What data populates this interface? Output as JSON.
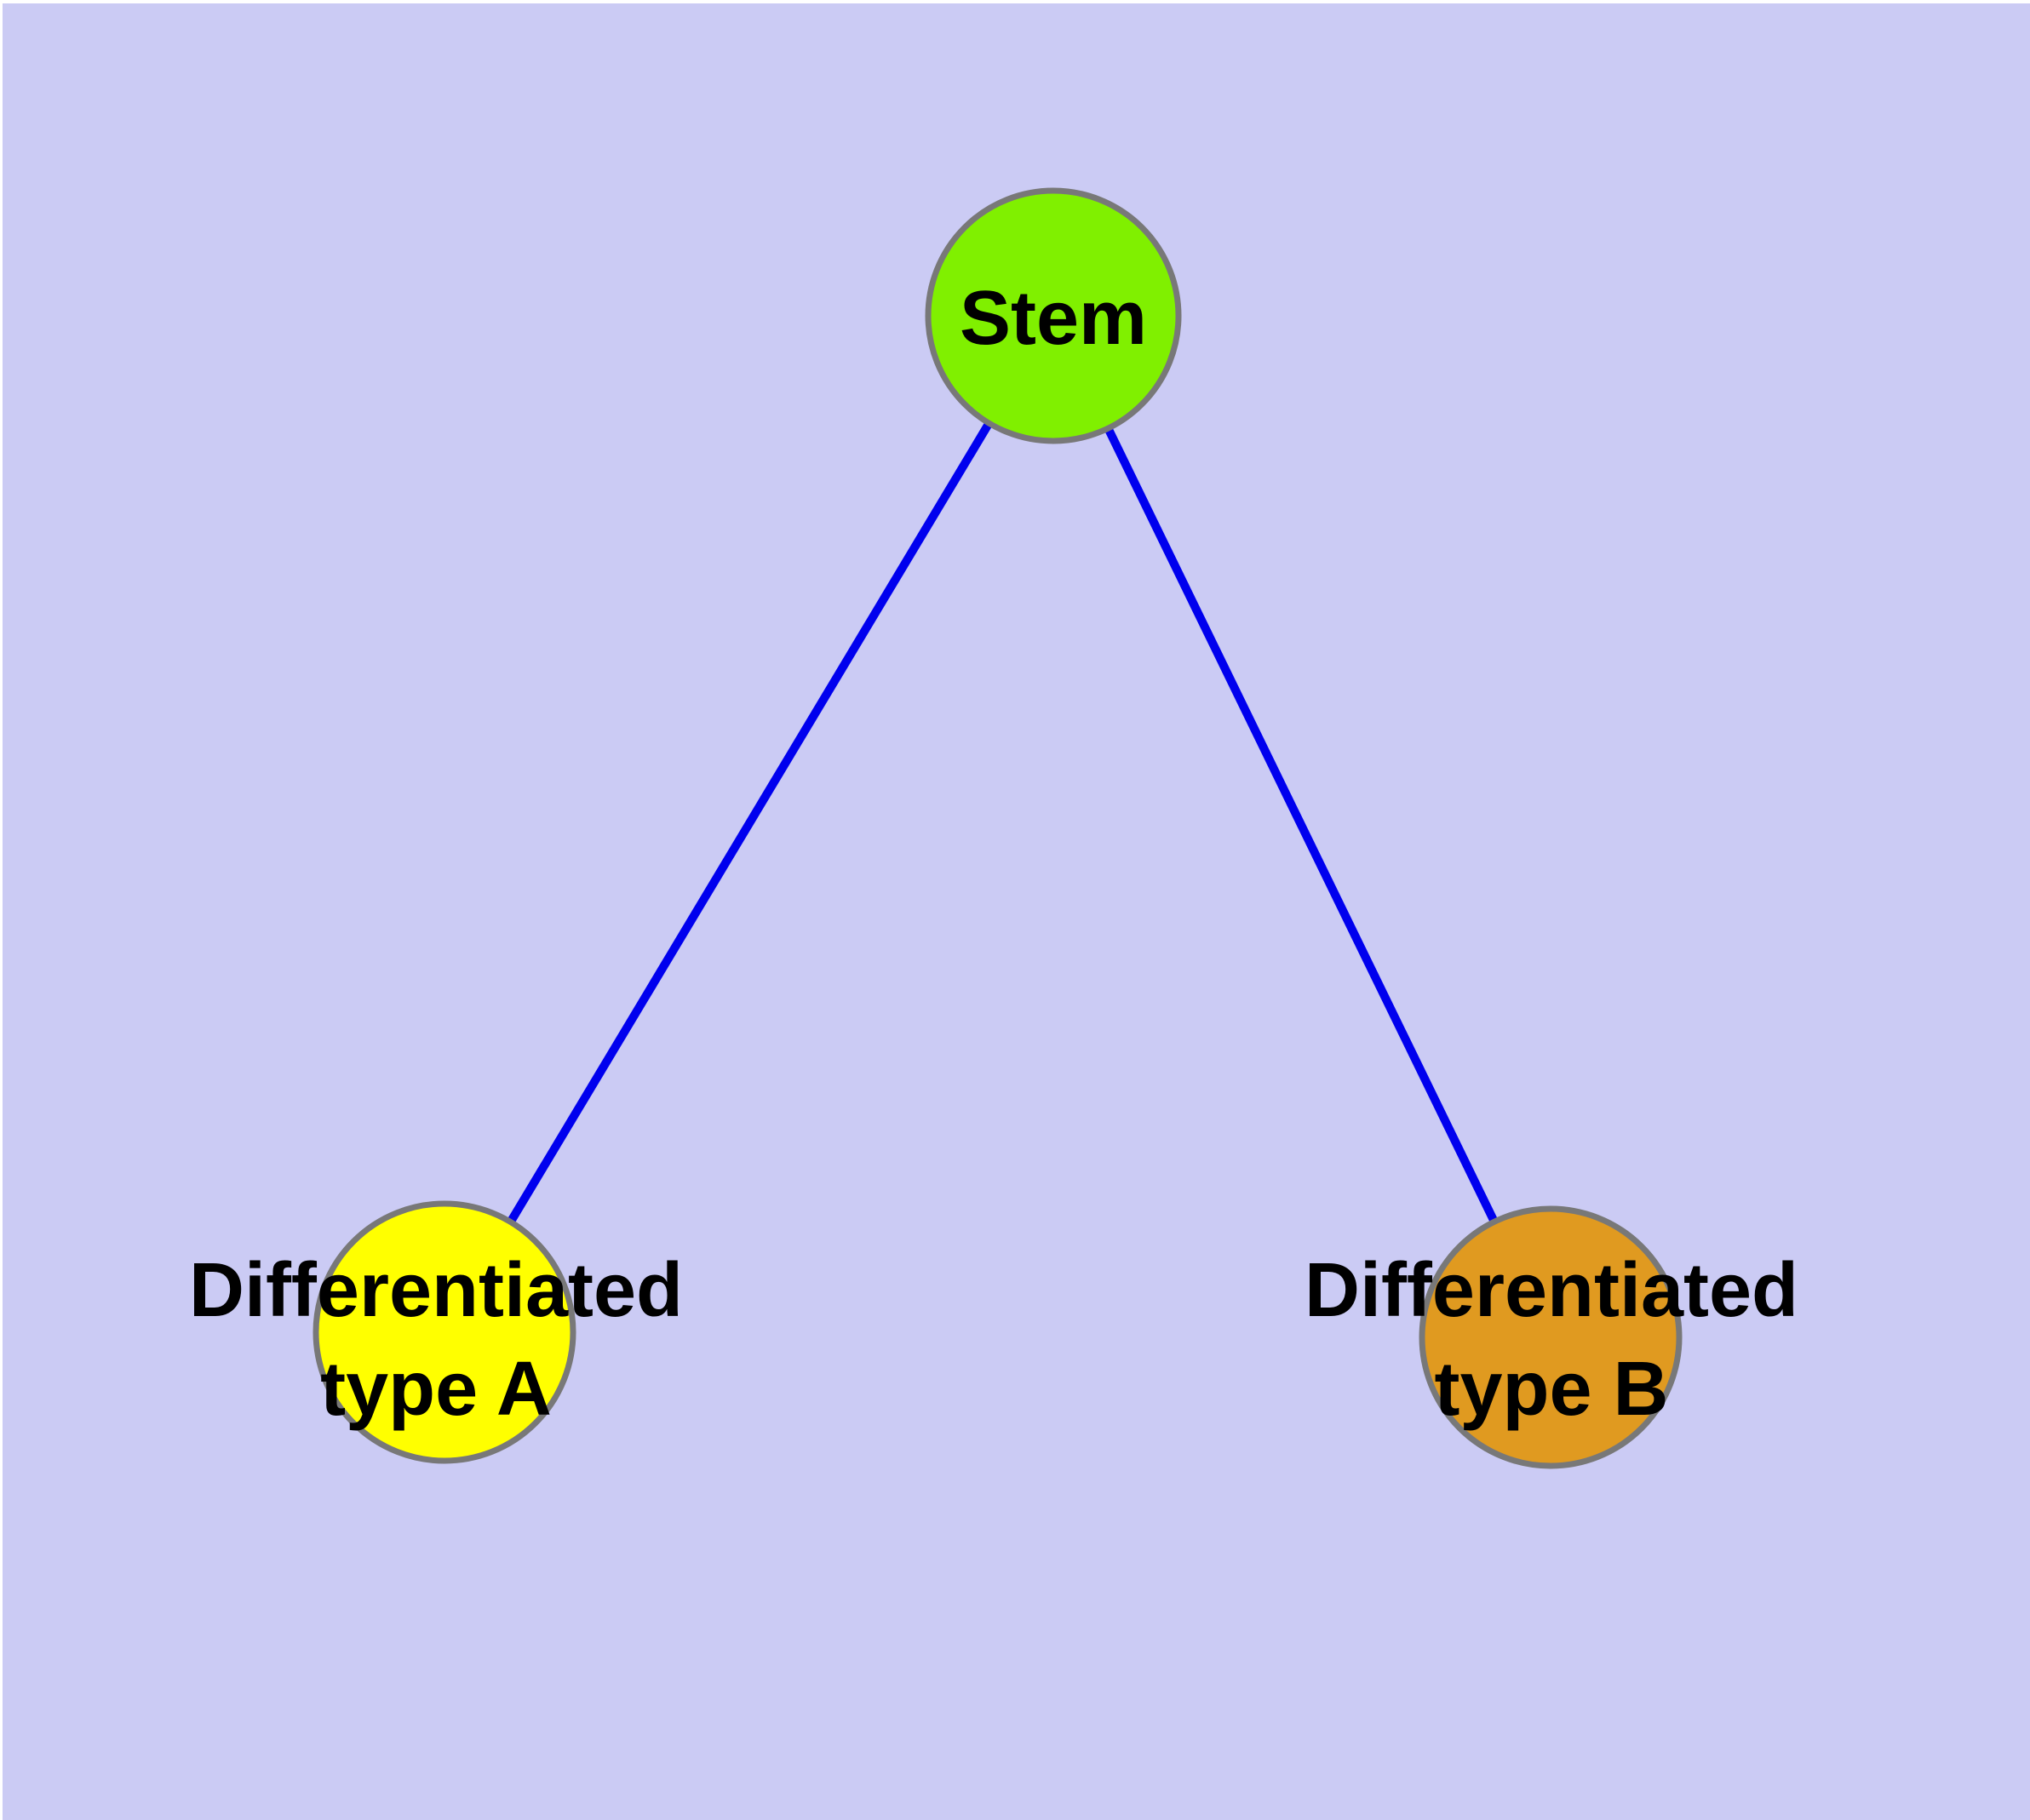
{
  "diagram": {
    "type": "node-link-graph",
    "background_color": "#CBCBF4",
    "page_background_color": "#FFFFFF",
    "edge_color": "#0000EE",
    "node_border_color": "#787878",
    "label_color": "#000000",
    "nodes": [
      {
        "id": "stem",
        "label": "Stem",
        "fill": "#80F000"
      },
      {
        "id": "differentiated-type-a",
        "label_line1": "Differentiated",
        "label_line2": "type A",
        "fill": "#FFFF00"
      },
      {
        "id": "differentiated-type-b",
        "label_line1": "Differentiated",
        "label_line2": "type B",
        "fill": "#E09A20"
      }
    ],
    "edges": [
      {
        "from": "Stem",
        "to": "Differentiated type A"
      },
      {
        "from": "Stem",
        "to": "Differentiated type B"
      }
    ]
  }
}
